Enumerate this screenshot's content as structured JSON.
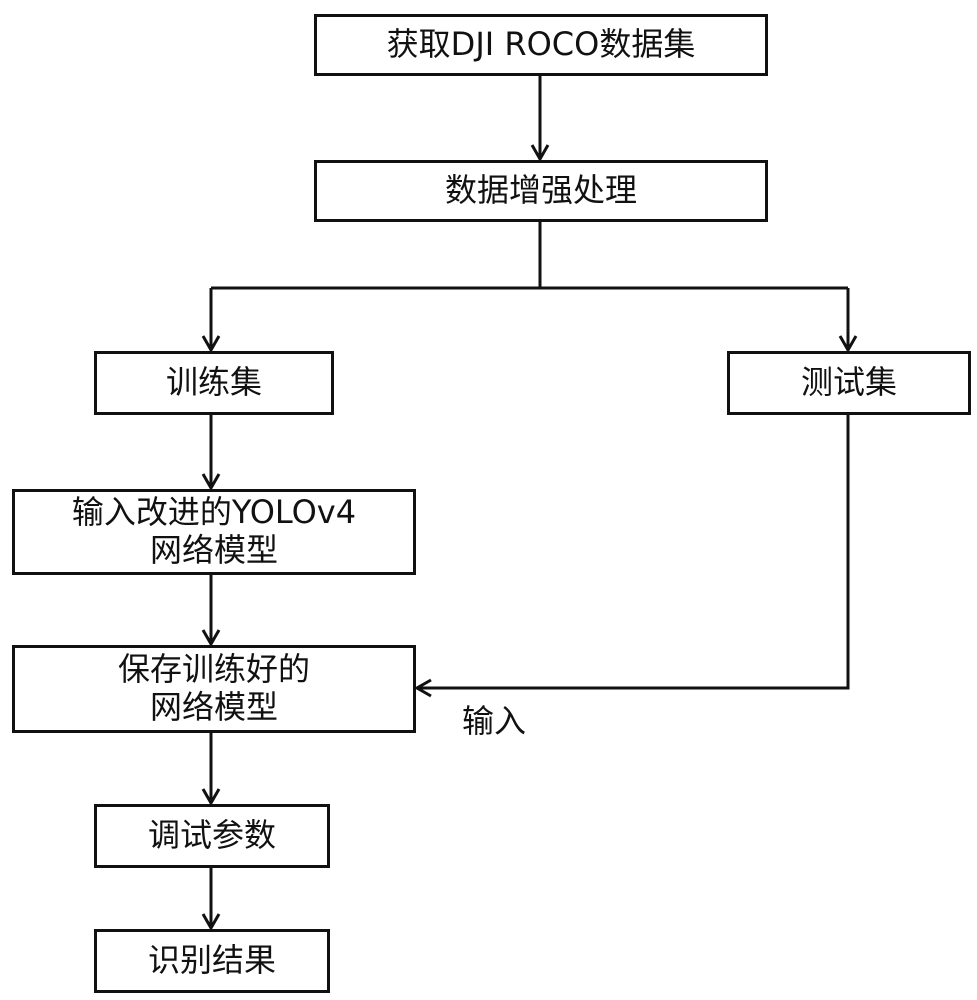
{
  "flowchart": {
    "steps": {
      "acquire_dataset": "获取DJI ROCO数据集",
      "augmentation": "数据增强处理",
      "training_set": "训练集",
      "test_set": "测试集",
      "input_model": "输入改进的YOLOv4\n网络模型",
      "save_model": "保存训练好的\n网络模型",
      "tune_params": "调试参数",
      "result": "识别结果"
    },
    "edge_labels": {
      "test_input": "输入"
    }
  },
  "colors": {
    "line": "#111111",
    "background": "#ffffff"
  }
}
